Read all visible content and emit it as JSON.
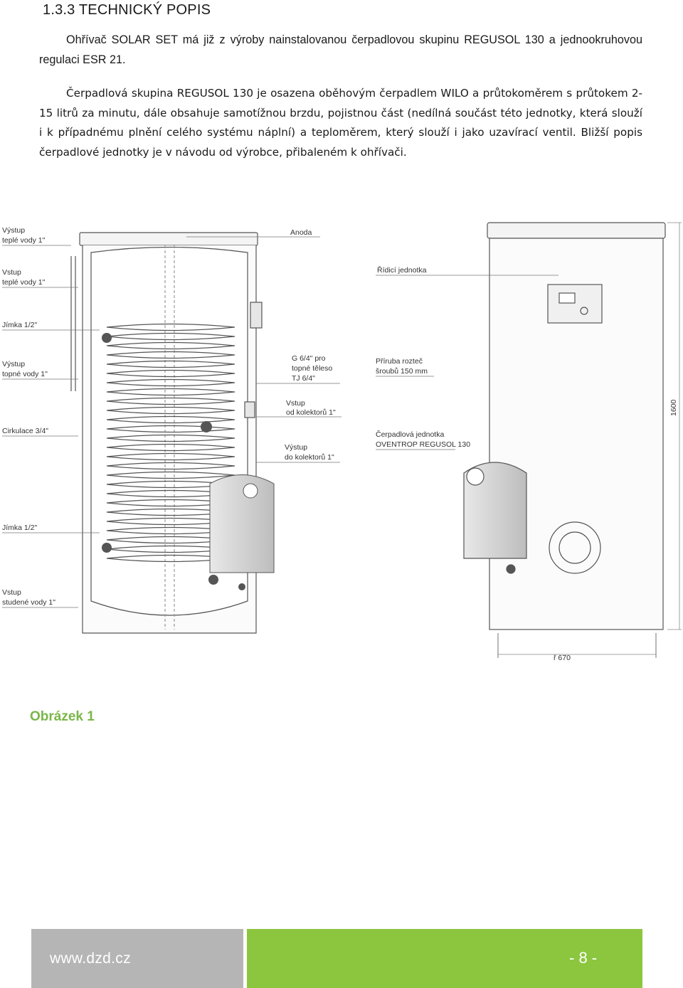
{
  "section": {
    "heading": "1.3.3   TECHNICKÝ POPIS",
    "paragraph1": "Ohřívač SOLAR SET má již z výroby nainstalovanou čerpadlovou skupinu REGUSOL 130 a jednookruhovou regulaci ESR 21.",
    "paragraph2": "Čerpadlová skupina REGUSOL 130 je osazena oběhovým čerpadlem WILO a průtokoměrem s průtokem 2-15 litrů za minutu, dále obsahuje samotížnou brzdu, pojistnou část (nedílná součást této jednotky, která slouží i k případnému plnění celého systému náplní) a teploměrem, který slouží i jako uzavírací ventil. Bližší popis čerpadlové jednotky je v návodu od výrobce, přibaleném k ohřívači."
  },
  "figure": {
    "left_labels": {
      "hot_out_1": "Výstup",
      "hot_out_2": "teplé vody 1\"",
      "hot_in_1": "Vstup",
      "hot_in_2": "teplé vody 1\"",
      "sensor_top": "Jímka 1/2\"",
      "heat_out_1": "Výstup",
      "heat_out_2": "topné vody 1\"",
      "circulation": "Cirkulace 3/4\"",
      "sensor_bottom": "Jímka 1/2\"",
      "cold_in_1": "Vstup",
      "cold_in_2": "studené vody 1\""
    },
    "center_labels": {
      "anode": "Anoda",
      "heater_1": "G 6/4\" pro",
      "heater_2": "topné těleso",
      "heater_3": "TJ 6/4\"",
      "collector_in_1": "Vstup",
      "collector_in_2": "od kolektorů 1\"",
      "collector_out_1": "Výstup",
      "collector_out_2": "do kolektorů 1\""
    },
    "right_labels": {
      "controller": "Řídicí jednotka",
      "flange_1": "Příruba rozteč",
      "flange_2": "šroubů 150 mm",
      "pump_unit_1": "Čerpadlová jednotka",
      "pump_unit_2": "OVENTROP REGUSOL 130",
      "height_dim": "1600",
      "width_dim": "ř 670"
    }
  },
  "caption": "Obrázek 1",
  "footer": {
    "url": "www.dzd.cz",
    "page": "- 8 -"
  }
}
